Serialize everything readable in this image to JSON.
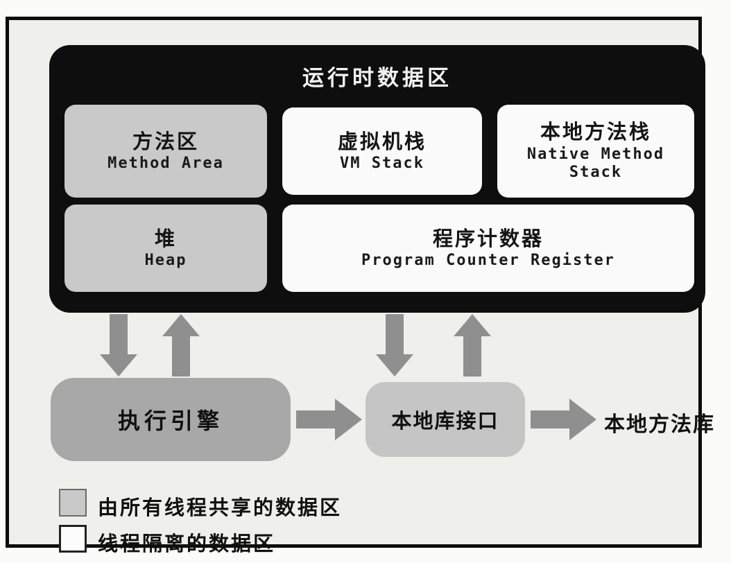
{
  "diagram": {
    "runtime_area": {
      "title": "运行时数据区",
      "boxes": [
        {
          "zh": "方法区",
          "en": "Method Area",
          "type": "shared"
        },
        {
          "zh": "虚拟机栈",
          "en": "VM Stack",
          "type": "isolated"
        },
        {
          "zh": "本地方法栈",
          "en": "Native Method Stack",
          "type": "isolated"
        },
        {
          "zh": "堆",
          "en": "Heap",
          "type": "shared"
        },
        {
          "zh": "程序计数器",
          "en": "Program Counter Register",
          "type": "isolated"
        }
      ]
    },
    "flow": {
      "execution_engine": "执行引擎",
      "native_interface": "本地库接口",
      "native_library": "本地方法库"
    },
    "legend": [
      {
        "label": "由所有线程共享的数据区",
        "swatch": "shared"
      },
      {
        "label": "线程隔离的数据区",
        "swatch": "isolated"
      }
    ],
    "colors": {
      "container_fill": "#0e0e0e",
      "shared_fill": "#c9c9c9",
      "isolated_fill": "#fafafa",
      "engine_fill": "#a8a8a8",
      "interface_fill": "#c5c5c5",
      "arrow_fill": "#8f8f8f"
    }
  }
}
